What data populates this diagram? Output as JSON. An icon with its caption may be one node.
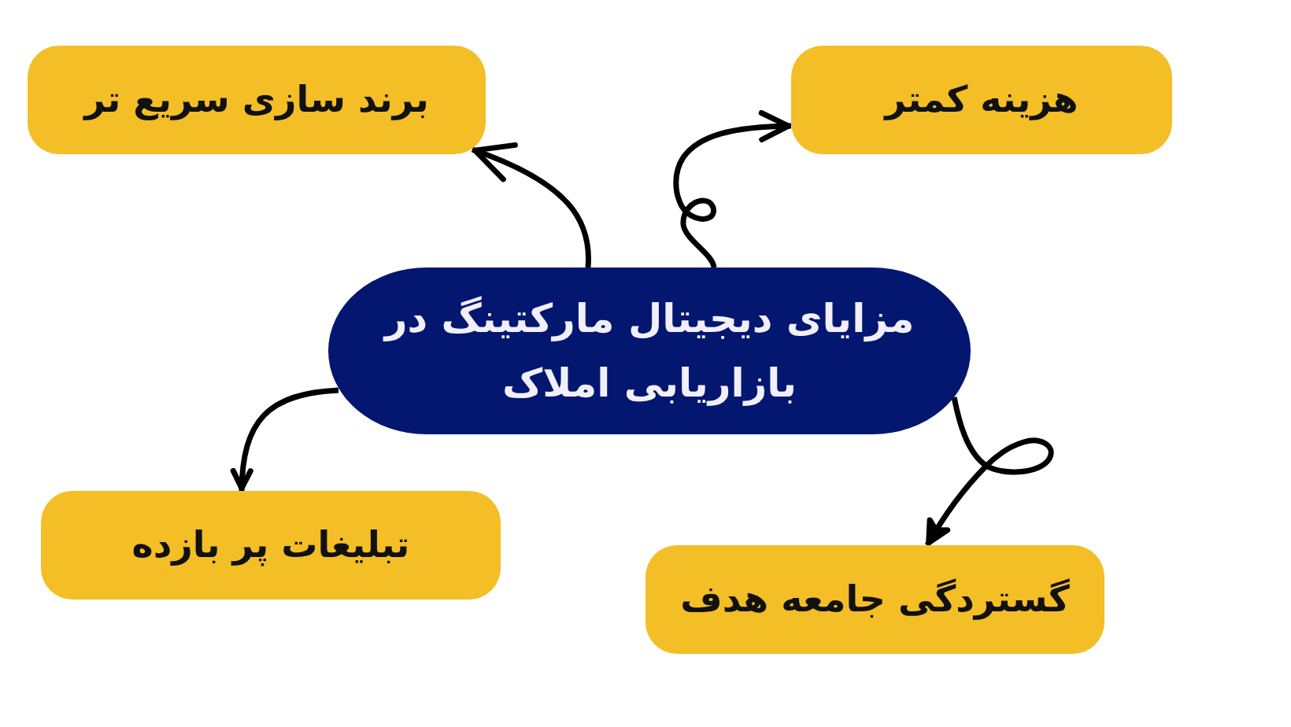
{
  "diagram": {
    "nodes": [
      {
        "text": [
          "هزینه کمتر"
        ]
      },
      {
        "text": [
          "برند سازی سریع تر"
        ]
      },
      {
        "text": [
          "مزایای دیجیتال مارکتینگ در بازاریابی املاک"
        ]
      },
      {
        "text": [
          "تبلیغات پر بازده"
        ]
      },
      {
        "text": [
          "گستردگی جامعه هدف"
        ]
      }
    ],
    "edges": [
      {
        "from": 2,
        "to": 1,
        "arrow": "to"
      },
      {
        "from": 2,
        "to": 0,
        "arrow": "to"
      },
      {
        "from": 2,
        "to": 3,
        "arrow": "to"
      },
      {
        "from": 2,
        "to": 4,
        "arrow": "to"
      }
    ]
  }
}
